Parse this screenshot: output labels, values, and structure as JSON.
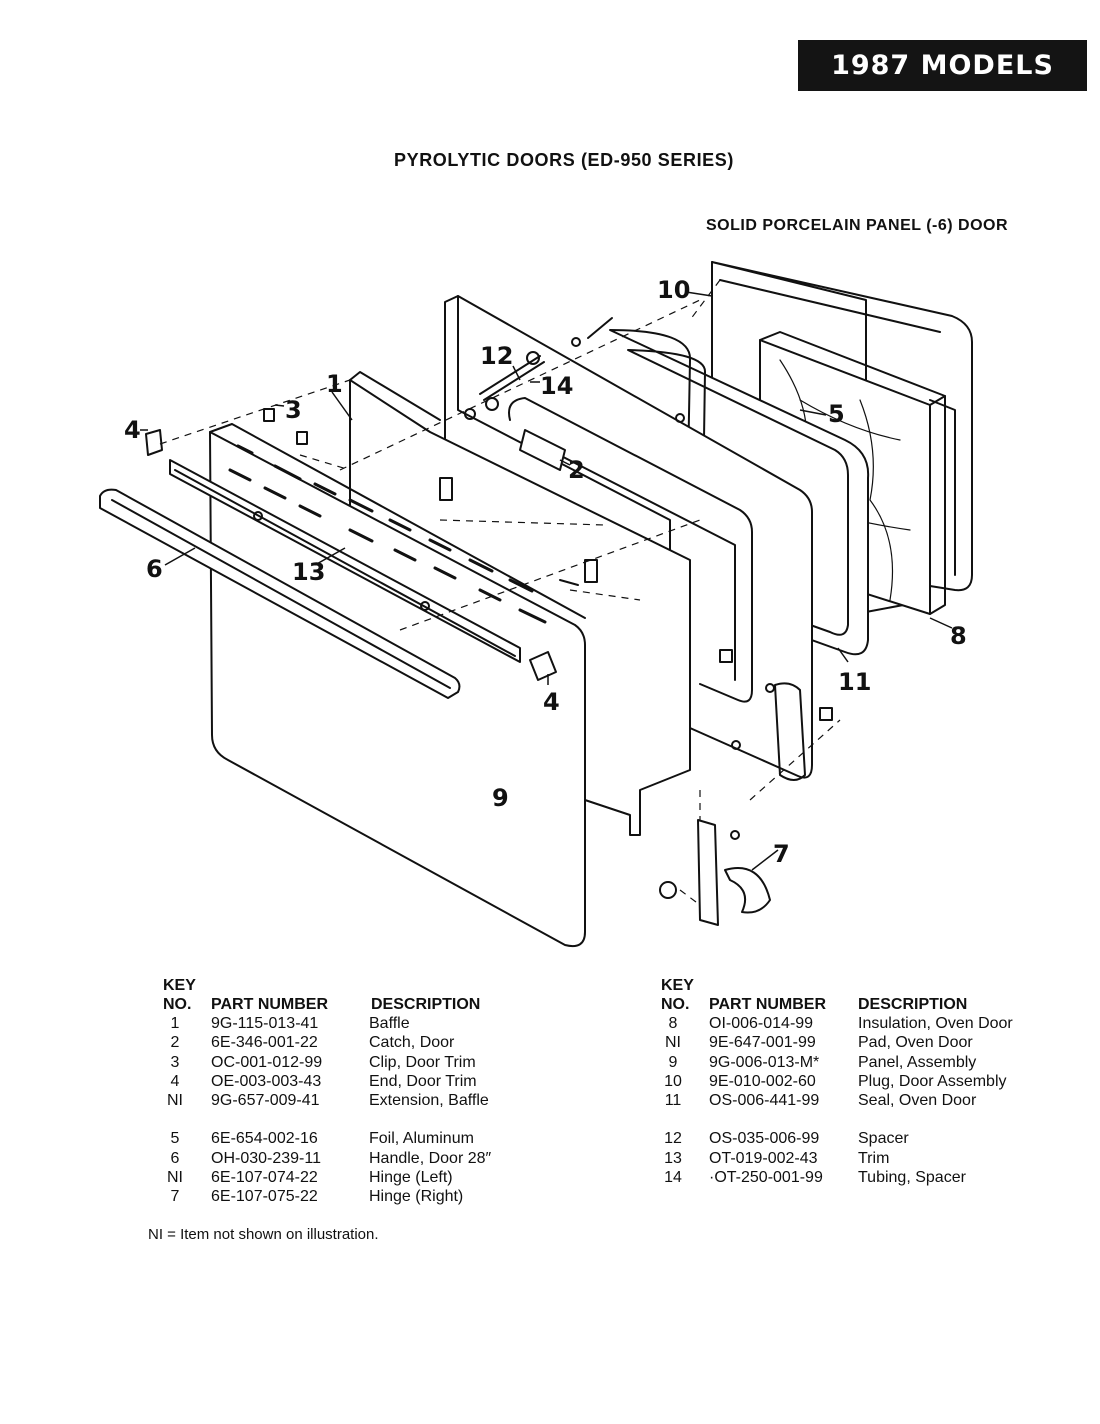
{
  "header": {
    "banner": "1987 MODELS",
    "title": "PYROLYTIC DOORS (ED-950 SERIES)",
    "subtitle": "SOLID PORCELAIN PANEL (-6) DOOR"
  },
  "callouts": [
    "1",
    "2",
    "3",
    "4",
    "4",
    "5",
    "6",
    "7",
    "8",
    "9",
    "10",
    "11",
    "12",
    "13",
    "14"
  ],
  "table": {
    "headers": {
      "key_line1": "KEY",
      "key_line2": "NO.",
      "part_number": "PART NUMBER",
      "description": "DESCRIPTION"
    },
    "left": [
      {
        "key": "1",
        "part": "9G-115-013-41",
        "desc": "Baffle"
      },
      {
        "key": "2",
        "part": "6E-346-001-22",
        "desc": "Catch, Door"
      },
      {
        "key": "3",
        "part": "OC-001-012-99",
        "desc": "Clip, Door Trim"
      },
      {
        "key": "4",
        "part": "OE-003-003-43",
        "desc": "End, Door Trim"
      },
      {
        "key": "NI",
        "part": "9G-657-009-41",
        "desc": "Extension, Baffle"
      },
      {
        "key": "5",
        "part": "6E-654-002-16",
        "desc": "Foil, Aluminum"
      },
      {
        "key": "6",
        "part": "OH-030-239-11",
        "desc": "Handle, Door 28″"
      },
      {
        "key": "NI",
        "part": "6E-107-074-22",
        "desc": "Hinge (Left)"
      },
      {
        "key": "7",
        "part": "6E-107-075-22",
        "desc": "Hinge (Right)"
      }
    ],
    "right": [
      {
        "key": "8",
        "part": "OI-006-014-99",
        "desc": "Insulation, Oven Door"
      },
      {
        "key": "NI",
        "part": "9E-647-001-99",
        "desc": "Pad, Oven Door"
      },
      {
        "key": "9",
        "part": "9G-006-013-M*",
        "desc": "Panel, Assembly"
      },
      {
        "key": "10",
        "part": "9E-010-002-60",
        "desc": "Plug, Door Assembly"
      },
      {
        "key": "11",
        "part": "OS-006-441-99",
        "desc": "Seal, Oven Door"
      },
      {
        "key": "12",
        "part": "OS-035-006-99",
        "desc": "Spacer"
      },
      {
        "key": "13",
        "part": "OT-019-002-43",
        "desc": "Trim"
      },
      {
        "key": "14",
        "part": "·OT-250-001-99",
        "desc": "Tubing, Spacer"
      }
    ]
  },
  "footnote": "NI = Item not shown on illustration."
}
